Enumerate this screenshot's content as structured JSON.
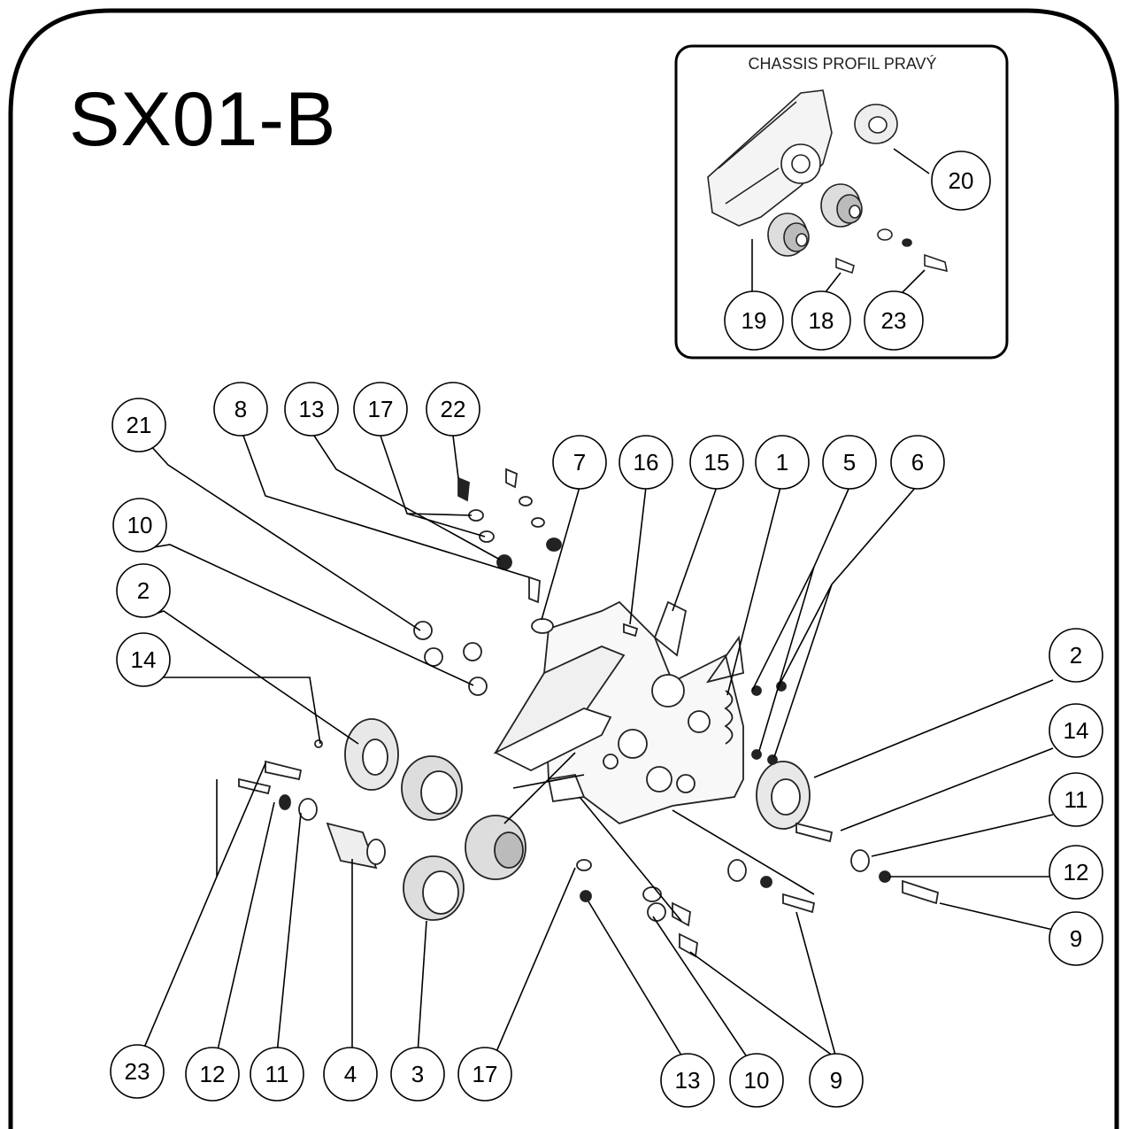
{
  "title": "SX01-B",
  "inset": {
    "title": "CHASSIS PROFIL PRAVÝ",
    "callouts": [
      "20",
      "19",
      "18",
      "23"
    ]
  },
  "callouts": [
    "21",
    "8",
    "13",
    "17",
    "22",
    "7",
    "16",
    "15",
    "1",
    "5",
    "6",
    "10",
    "2",
    "14",
    "2",
    "14",
    "11",
    "12",
    "9",
    "23",
    "12",
    "11",
    "4",
    "3",
    "17",
    "13",
    "10",
    "9"
  ]
}
